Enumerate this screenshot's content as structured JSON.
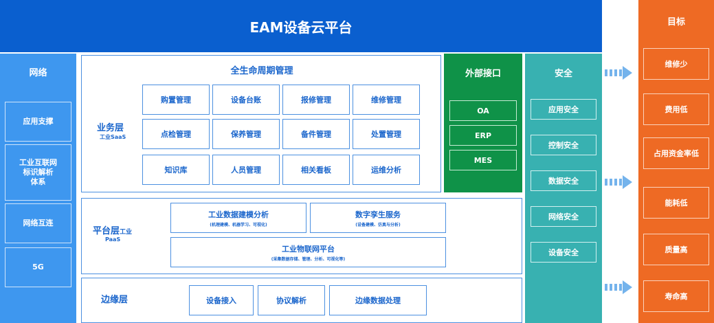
{
  "header": {
    "title": "EAM设备云平台"
  },
  "network": {
    "title": "网络",
    "items": [
      "应用支撑",
      "工业互联网标识解析体系",
      "网络互连",
      "5G"
    ],
    "item_lines": [
      [
        "应用支撑"
      ],
      [
        "工业互联网",
        "标识解析",
        "体系"
      ],
      [
        "网络互连"
      ],
      [
        "5G"
      ]
    ]
  },
  "business": {
    "section_title": "全生命周期管理",
    "layer_title": "业务层",
    "layer_sub": "工业SaaS",
    "cells": [
      "购置管理",
      "设备台账",
      "报修管理",
      "维修管理",
      "点检管理",
      "保养管理",
      "备件管理",
      "处置管理",
      "知识库",
      "人员管理",
      "相关看板",
      "运维分析"
    ]
  },
  "platform": {
    "layer_title_a": "平台层",
    "layer_title_b": "工业",
    "layer_sub": "PaaS",
    "modeling": {
      "title": "工业数据建模分析",
      "sub": "(机理建模、机器学习、可视化)"
    },
    "twin": {
      "title": "数字孪生服务",
      "sub": "(设备建模、仿真与分析)"
    },
    "iot": {
      "title": "工业物联网平台",
      "sub": "(采集数据存储、管理、分析、可视化等)"
    }
  },
  "edge": {
    "layer_title": "边缘层",
    "items": [
      "设备接入",
      "协议解析",
      "边缘数据处理"
    ]
  },
  "external": {
    "title": "外部接口",
    "items": [
      "OA",
      "ERP",
      "MES"
    ]
  },
  "security": {
    "title": "安全",
    "items": [
      "应用安全",
      "控制安全",
      "数据安全",
      "网络安全",
      "设备安全"
    ]
  },
  "goals": {
    "title": "目标",
    "items": [
      "维修少",
      "费用低",
      "占用资金率低",
      "能耗低",
      "质量高",
      "寿命高"
    ]
  },
  "colors": {
    "header": "#0a5fcf",
    "network": "#3e97ef",
    "external": "#0f9248",
    "security": "#38b1b1",
    "goals": "#ee6a24",
    "arrow": "#74b3ec",
    "text_blue": "#1b66cc"
  }
}
